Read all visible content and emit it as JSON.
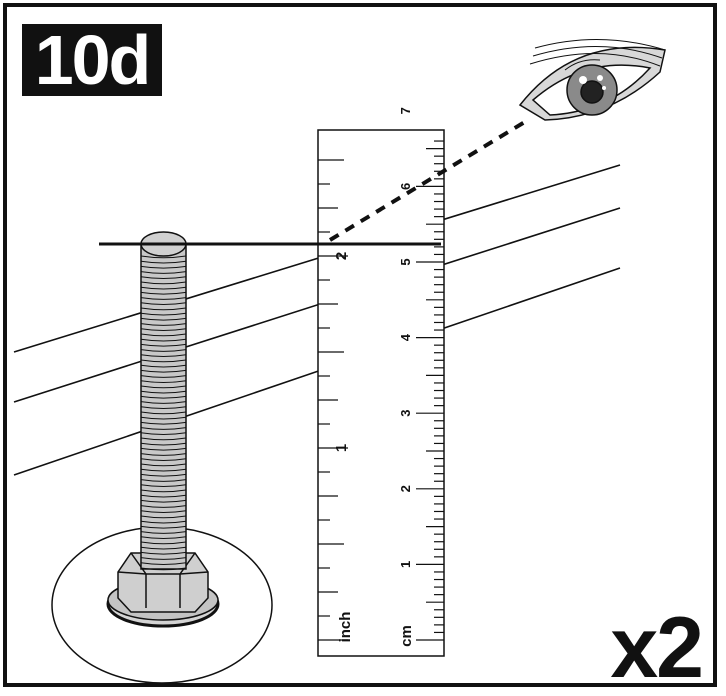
{
  "step_label": "10d",
  "quantity_label": "x2",
  "ruler": {
    "inch_unit": "inch",
    "cm_unit": "cm",
    "inch_numbers": [
      "1",
      "2"
    ],
    "cm_numbers": [
      "1",
      "2",
      "3",
      "4",
      "5",
      "6",
      "7"
    ]
  },
  "icons": [
    "eye-icon",
    "bolt-icon",
    "hex-nut-icon",
    "ruler-icon"
  ],
  "colors": {
    "ink": "#111111",
    "bolt_fill": "#c8c8c8",
    "iris": "#8a8a8a",
    "pad": "#ffffff"
  }
}
